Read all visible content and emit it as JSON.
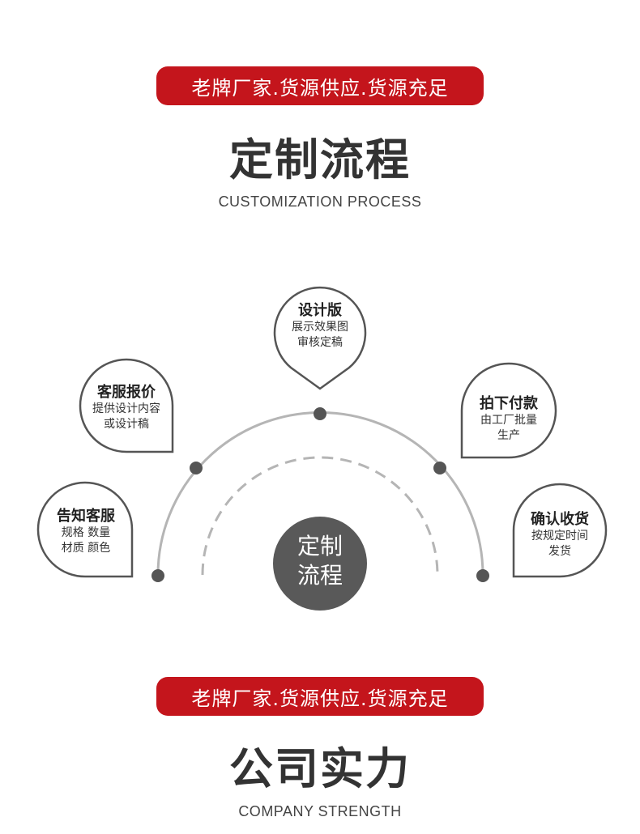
{
  "banner_text": "老牌厂家.货源供应.货源充足",
  "section1": {
    "title": "定制流程",
    "subtitle": "CUSTOMIZATION PROCESS"
  },
  "center": {
    "line1": "定制",
    "line2": "流程"
  },
  "steps": [
    {
      "title": "告知客服",
      "line1": "规格 数量",
      "line2": "材质 颜色"
    },
    {
      "title": "客服报价",
      "line1": "提供设计内容",
      "line2": "或设计稿"
    },
    {
      "title": "设计版",
      "line1": "展示效果图",
      "line2": "审核定稿"
    },
    {
      "title": "拍下付款",
      "line1": "由工厂批量",
      "line2": "生产"
    },
    {
      "title": "确认收货",
      "line1": "按规定时间",
      "line2": "发货"
    }
  ],
  "section2": {
    "title": "公司实力",
    "subtitle": "COMPANY STRENGTH"
  },
  "colors": {
    "banner": "#c4151c",
    "arc": "#b5b5b5",
    "dot": "#555555",
    "center": "#595959",
    "bubble_border": "#555555"
  }
}
